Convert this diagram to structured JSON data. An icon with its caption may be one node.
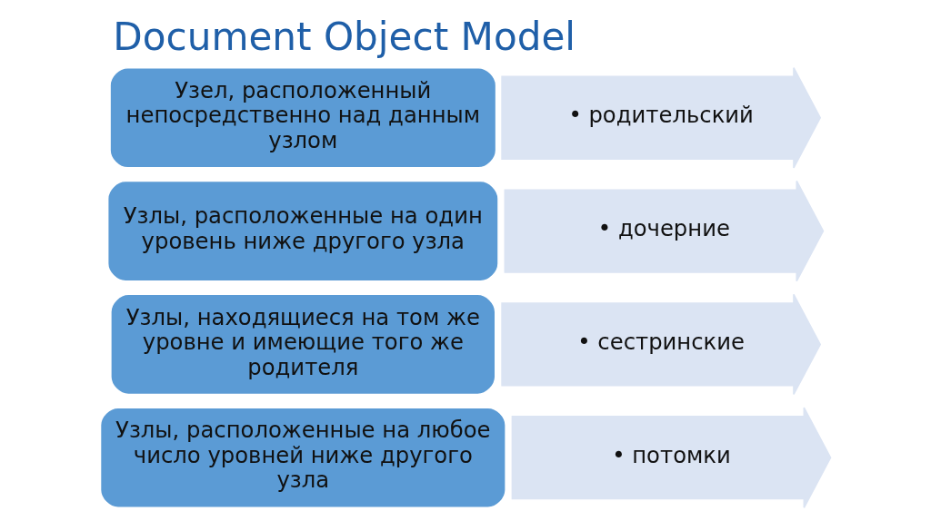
{
  "diagram": {
    "title": "Document Object Model",
    "nodes": [
      {
        "text": [
          "Узел, расположенный непосредственно над данным узлом"
        ]
      },
      {
        "text": [
          "• родительский"
        ]
      },
      {
        "text": [
          "Узлы, расположенные на один уровень ниже другого узла"
        ]
      },
      {
        "text": [
          "• дочерние"
        ]
      },
      {
        "text": [
          "Узлы, находящиеся на том же уровне и имеющие того же родителя"
        ]
      },
      {
        "text": [
          "• сестринские"
        ]
      },
      {
        "text": [
          "Узлы, расположенные на любое число уровней ниже другого узла"
        ]
      },
      {
        "text": [
          "• потомки"
        ]
      }
    ],
    "edges": []
  }
}
